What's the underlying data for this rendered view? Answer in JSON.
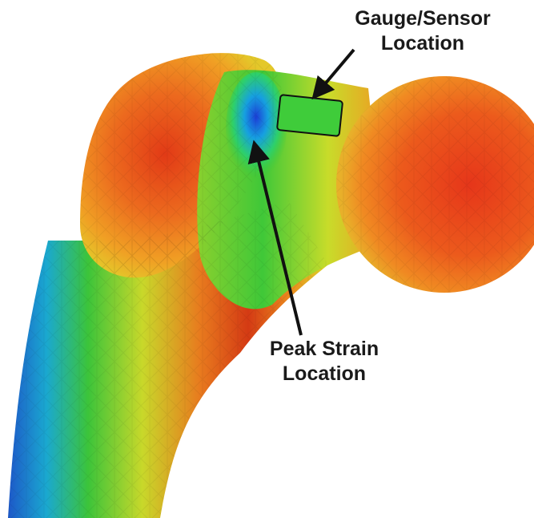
{
  "annotations": {
    "gauge_line1": "Gauge/Sensor",
    "gauge_line2": "Location",
    "peak_line1": "Peak Strain",
    "peak_line2": "Location"
  },
  "colors": {
    "background": "#ffffff",
    "high_strain": "#e8401c",
    "mid_high": "#f08a1e",
    "mid": "#e6df2a",
    "low_mid": "#3fc838",
    "low": "#16b6d6",
    "lowest": "#1b4fd8",
    "annotation": "#111111"
  }
}
